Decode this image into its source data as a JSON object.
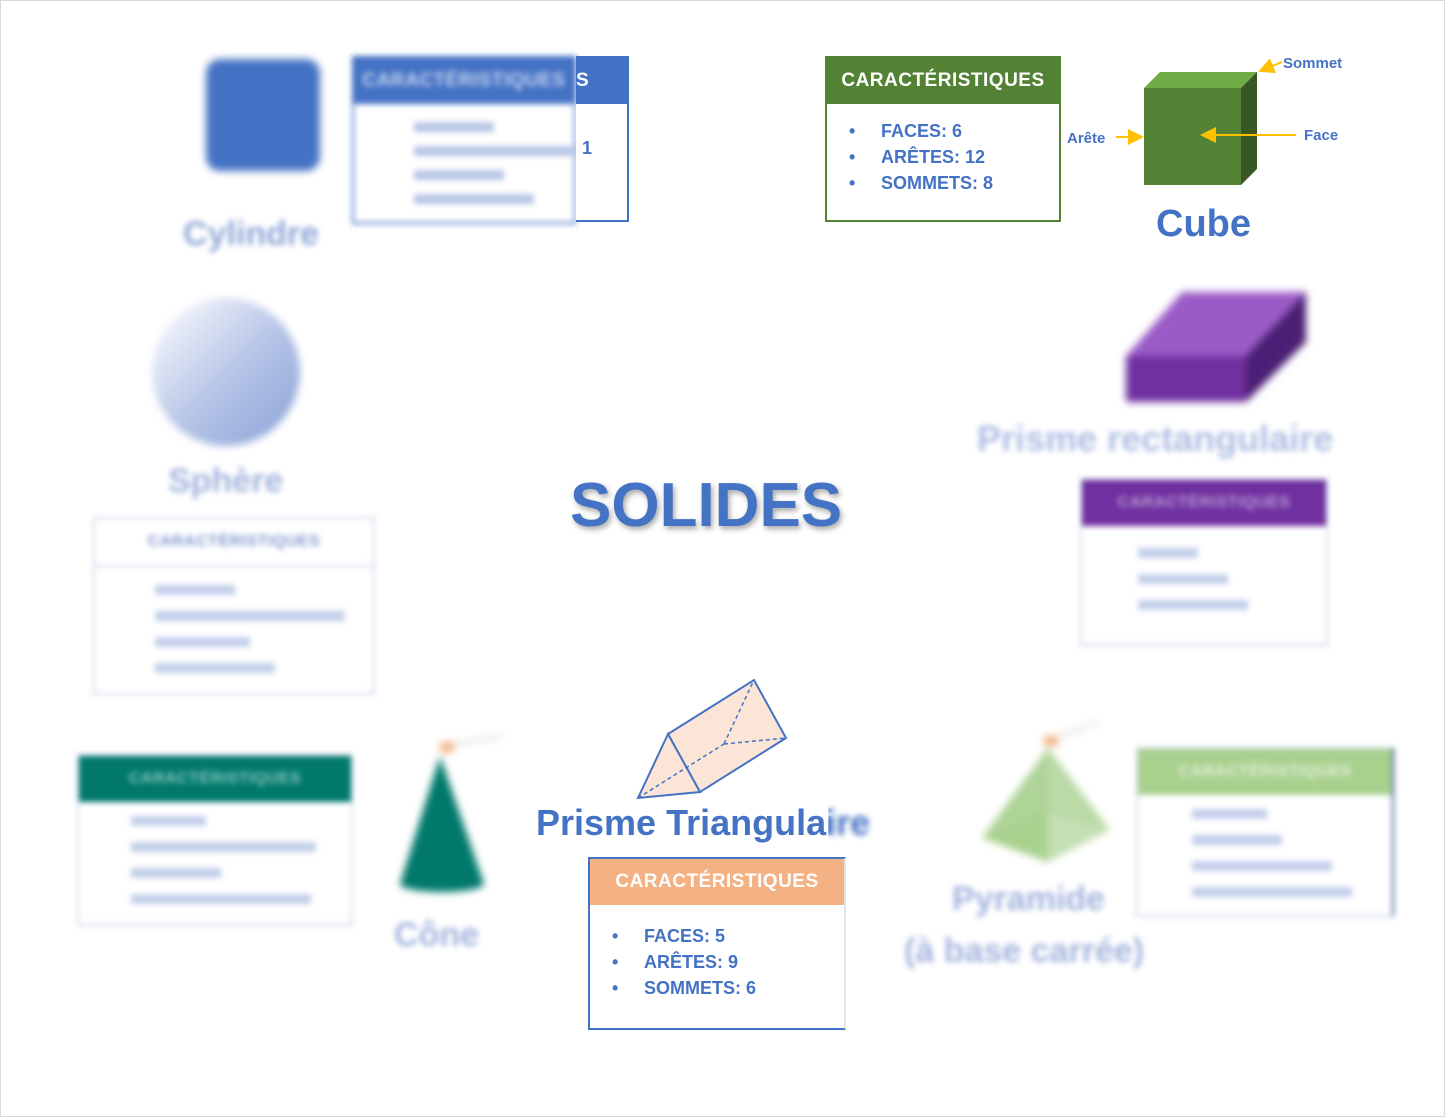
{
  "center_title": "SOLIDES",
  "characteristics_label": "CARACTÉRISTIQUES",
  "cylinder": {
    "name": "Cylindre",
    "partial_header": "S",
    "partial_item": "1"
  },
  "cube": {
    "name": "Cube",
    "items": [
      "FACES: 6",
      "ARÊTES: 12",
      "SOMMETS: 8"
    ],
    "label_vertex": "Sommet",
    "label_edge": "Arête",
    "label_face": "Face",
    "colors": {
      "header": "#548235",
      "face": "#548235",
      "top": "#70ad47",
      "side": "#385723"
    }
  },
  "sphere": {
    "name": "Sphère"
  },
  "rect_prism": {
    "name": "Prisme rectangulaire"
  },
  "tri_prism": {
    "name": "Prisme Triangulaire",
    "items": [
      "FACES: 5",
      "ARÊTES: 9",
      "SOMMETS: 6"
    ],
    "colors": {
      "header": "#f4b183"
    }
  },
  "cone": {
    "name": "Cône"
  },
  "pyramid": {
    "name_line1": "Pyramide",
    "name_line2": "(à base carrée)"
  },
  "accent": "#4472c4"
}
